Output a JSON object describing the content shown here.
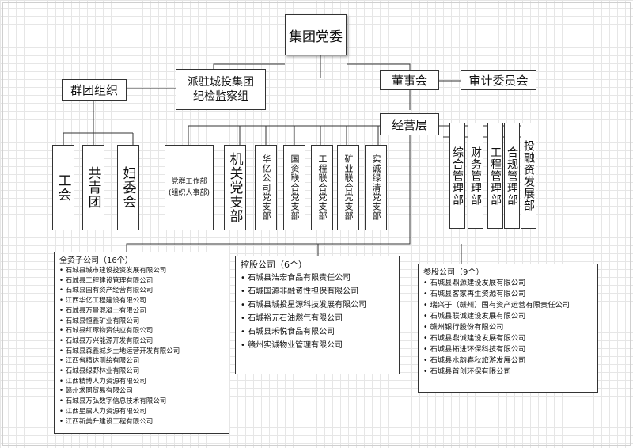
{
  "top": {
    "title": "集团党委"
  },
  "left": {
    "group_org": "群团组织",
    "inspection": "派驻城投集团纪检监察组",
    "union": "工会",
    "youth": "共青团",
    "women": "妇委会"
  },
  "board": {
    "title": "董事会",
    "audit": "审计委员会"
  },
  "mgmt": {
    "title": "经营层"
  },
  "party_branches": {
    "work_dept_line1": "党群工作部",
    "work_dept_line2": "(组织人事部)",
    "organ": "机关党支部",
    "huayi": "华亿公司党支部",
    "guozi": "国资联合党支部",
    "gongcheng": "工程联合党支部",
    "kuangye": "矿业联合党支部",
    "shicheng": "实诚绿清党支部"
  },
  "departments": [
    "综合管理部",
    "财务管理部",
    "工程管理部",
    "合规管理部",
    "投融资发展部"
  ],
  "wholly_owned": {
    "title": "全资子公司（16个）",
    "items": [
      "石城县城市建设投资发展有限公司",
      "石城县工程建设管理有限公司",
      "石城县国有资产经营有限公司",
      "江西华亿工程建设有限公司",
      "石城县万景混凝土有限公司",
      "石城县恒鑫矿业有限公司",
      "石城县红琢物资供应有限公司",
      "石城县万兴能源开发有限公司",
      "石城县森鑫城乡土地运营开发有限公司",
      "江西省精达测绘有限公司",
      "石城县绿野林业有限公司",
      "江西精博人力资源有限公司",
      "赣州求同贸易有限公司",
      "石城县万弘数字信息技术有限公司",
      "江西星启人力资源有限公司",
      "江西新美升建设工程有限公司"
    ]
  },
  "holding": {
    "title": "控股公司（6个）",
    "items": [
      "石城县浩宏食品有限责任公司",
      "石城国源非融资性担保有限公司",
      "石城县城投星源科技发展有限公司",
      "石城裕元石油燃气有限公司",
      "石城县禾悦食品有限公司",
      "赣州实诚物业管理有限公司"
    ]
  },
  "equity": {
    "title": "参股公司（9个）",
    "items": [
      "石城县鼎源建设发展有限公司",
      "石城县客家再生资源有限公司",
      "瑞兴于（赣州）国有资产运营有限责任公司",
      "石城县联诚建设发展有限公司",
      "赣州银行股份有限公司",
      "石城县鼎诚建设发展有限公司",
      "石城县拓进环保科技有限公司",
      "石城县水韵春秋旅游发展公司",
      "石城县首创环保有限公司"
    ]
  }
}
